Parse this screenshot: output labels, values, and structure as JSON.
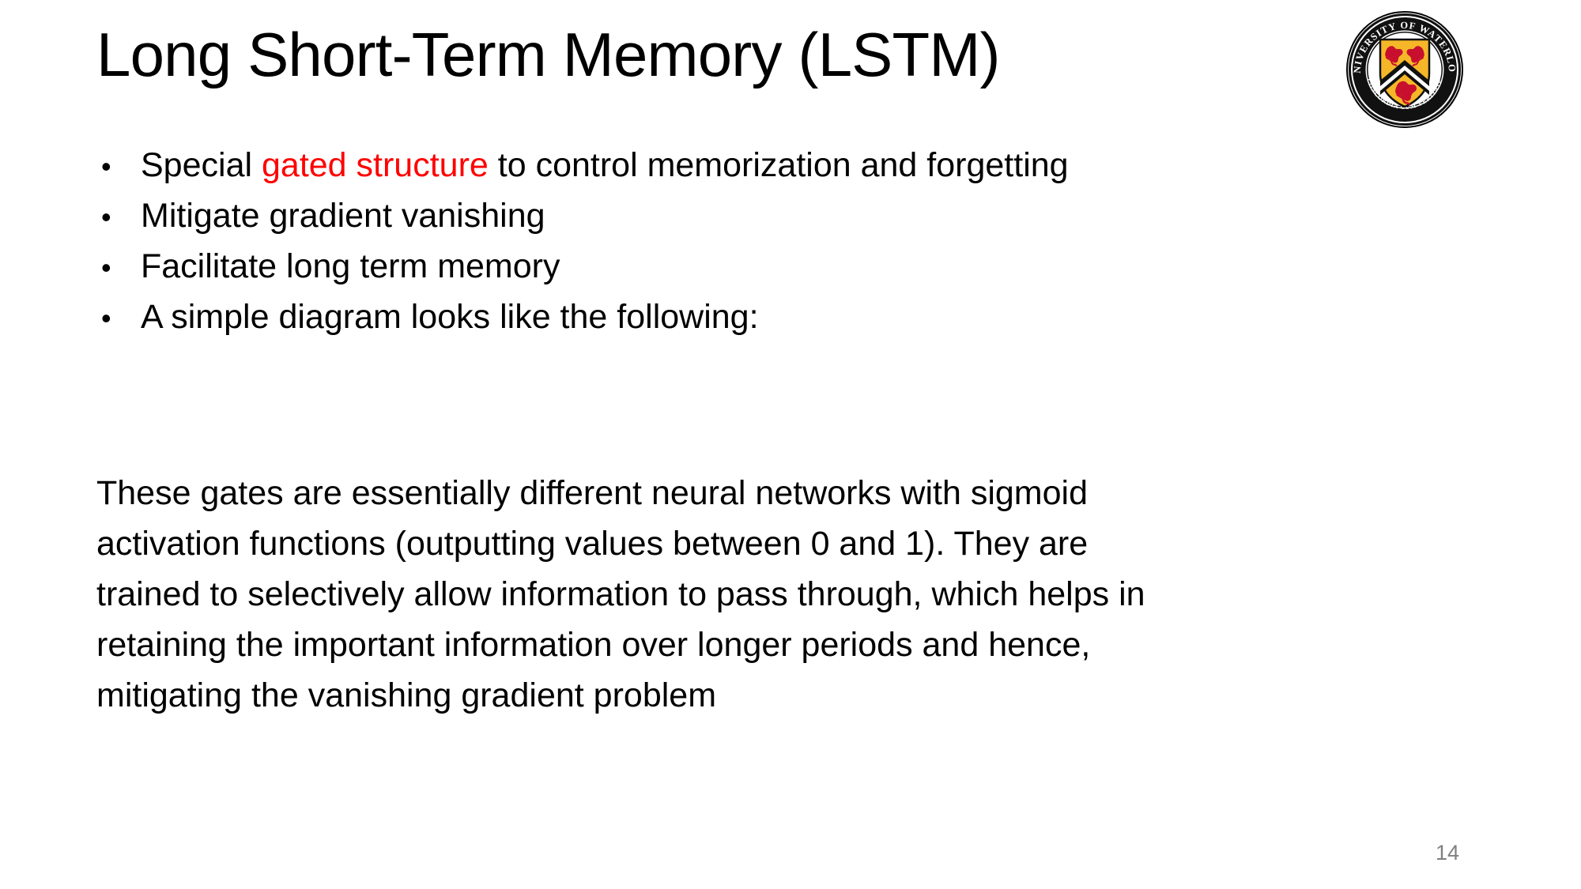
{
  "slide": {
    "title": "Long Short-Term Memory (LSTM)",
    "page_number": "14",
    "background_color": "#FFFFFF",
    "accent_color": "#FF0000",
    "page_number_color": "#808080"
  },
  "bullets": [
    {
      "marker": "•",
      "pre": "Special ",
      "highlight": "gated structure",
      "post": " to control memorization and forgetting"
    },
    {
      "marker": "•",
      "pre": "Mitigate gradient vanishing",
      "highlight": "",
      "post": ""
    },
    {
      "marker": "•",
      "pre": "Facilitate long term memory",
      "highlight": "",
      "post": ""
    },
    {
      "marker": "•",
      "pre": "A simple diagram looks like the following:",
      "highlight": "",
      "post": ""
    }
  ],
  "paragraph": {
    "full_text": "These gates are essentially different neural networks with sigmoid activation functions (outputting values between 0 and 1). They are trained to selectively allow information to pass through, which helps in retaining the important information over longer periods and hence, mitigating the vanishing gradient problem",
    "lines": [
      "These gates are essentially different neural networks with sigmoid",
      "activation functions (outputting values between 0 and 1). They are",
      "trained to selectively allow information to pass through, which helps in",
      "retaining the important information over longer periods and hence,",
      "mitigating the vanishing gradient problem"
    ]
  },
  "logo": {
    "name": "university-of-waterloo-seal",
    "top_arc_text": "UNIVERSITY OF WATERLOO",
    "bottom_arc_text": "CONCORDIA CUM VERITATE",
    "ring_color": "#000000",
    "shield_color": "#F5B728",
    "lion_color": "#C8102E",
    "chevron_color": "#FFFFFF"
  }
}
